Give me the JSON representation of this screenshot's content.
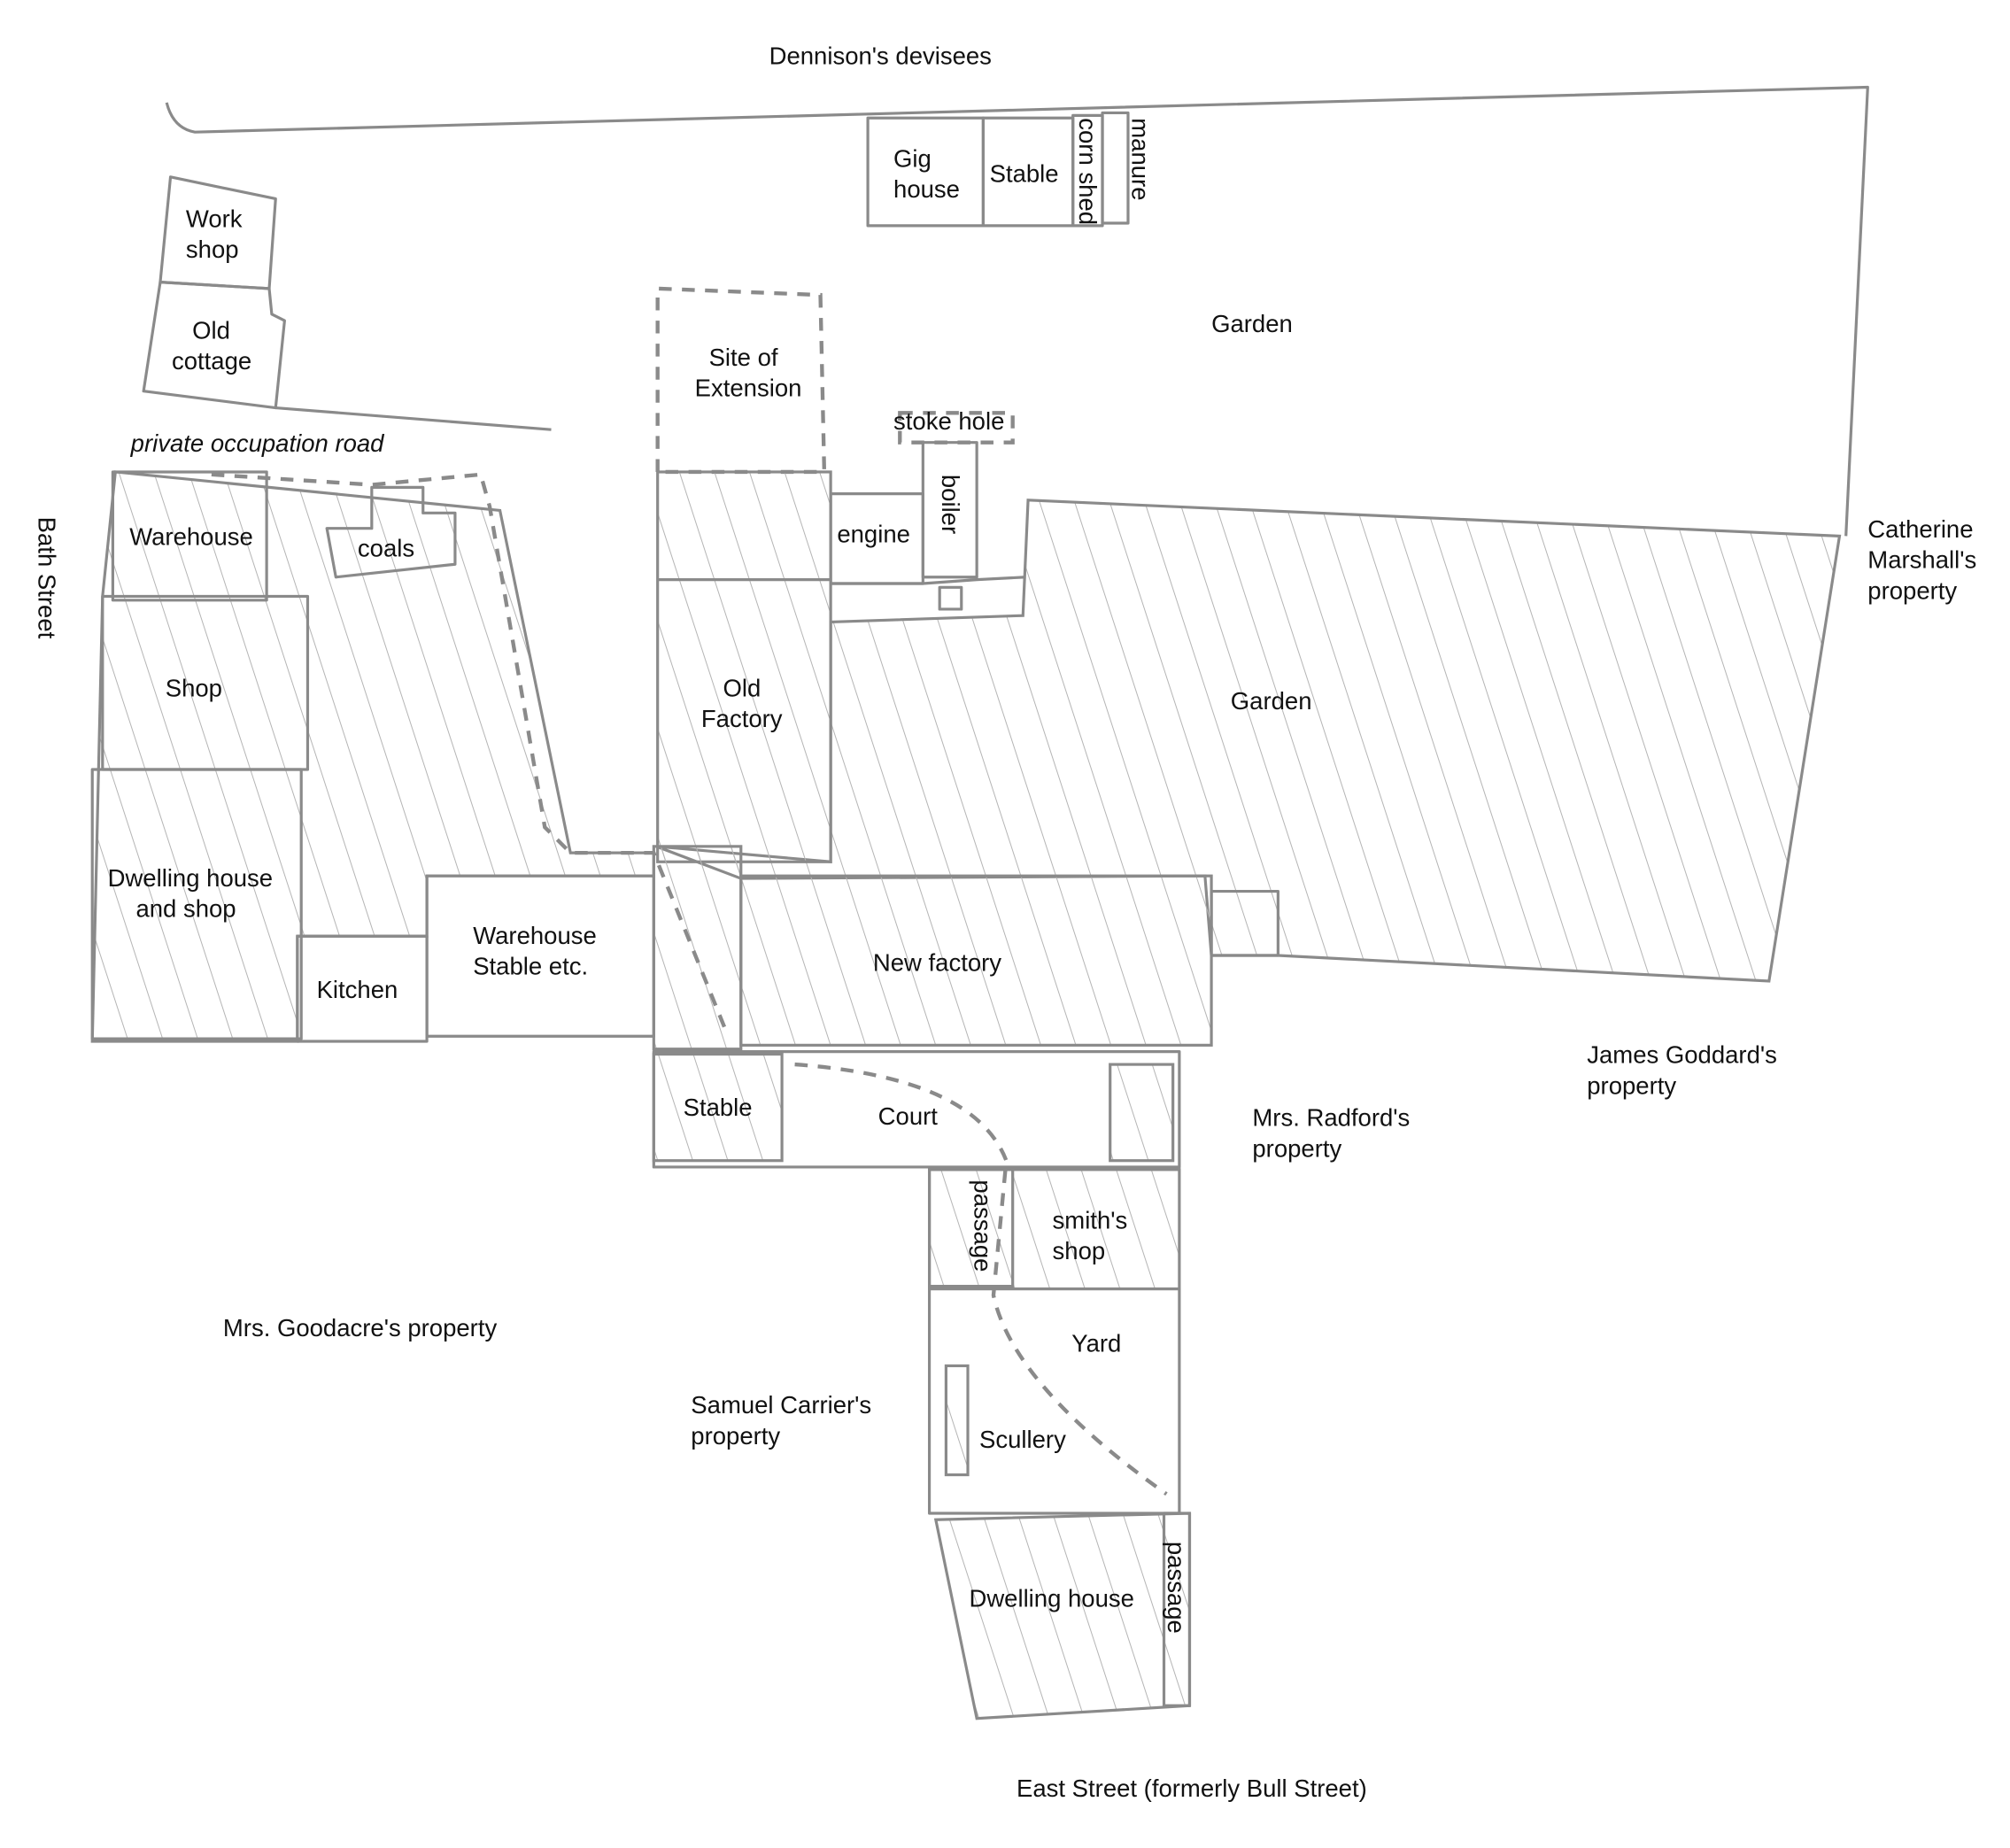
{
  "title": "Site plan",
  "boundaries": {
    "north": "Dennison's devisees",
    "west": "Bath Street",
    "south": "East Street (formerly Bull Street)",
    "road": "private occupation road"
  },
  "neighbours": {
    "catherine": [
      "Catherine",
      "Marshall's",
      "property"
    ],
    "goddard": [
      "James Goddard's",
      "property"
    ],
    "radford": [
      "Mrs. Radford's",
      "property"
    ],
    "goodacre": "Mrs. Goodacre's property",
    "carrier": [
      "Samuel Carrier's",
      "property"
    ]
  },
  "rooms": {
    "gig_house": [
      "Gig",
      "house"
    ],
    "stable_north": "Stable",
    "corn_shed": "corn shed",
    "manure": "manure",
    "work_shop": [
      "Work",
      "shop"
    ],
    "old_cottage": [
      "Old",
      "cottage"
    ],
    "garden_north": "Garden",
    "site_of_extension": [
      "Site of",
      "Extension"
    ],
    "stoke_hole": "stoke hole",
    "boiler": "boiler",
    "engine": "engine",
    "old_factory": [
      "Old",
      "Factory"
    ],
    "garden_south": "Garden",
    "warehouse": "Warehouse",
    "coals": "coals",
    "shop": "Shop",
    "dwelling_shop": [
      "Dwelling house",
      "and shop"
    ],
    "kitchen": "Kitchen",
    "warehouse_stable": [
      "Warehouse",
      "Stable etc."
    ],
    "new_factory": "New factory",
    "stable_court": "Stable",
    "court": "Court",
    "passage_north": "passage",
    "smiths_shop": [
      "smith's",
      "shop"
    ],
    "yard": "Yard",
    "scullery": "Scullery",
    "dwelling_house": "Dwelling house",
    "passage_south": "passage"
  }
}
